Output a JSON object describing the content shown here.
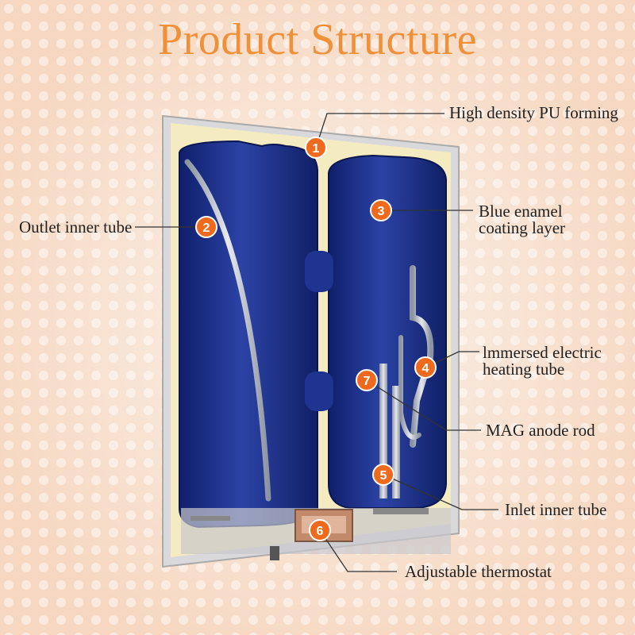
{
  "title": "Product Structure",
  "colors": {
    "title": "#f0913a",
    "marker": "#f06a1e",
    "tank_blue": "#1b2f8c",
    "foam": "#f4ecc0",
    "casing": "#d9d9dc"
  },
  "markers": [
    "1",
    "2",
    "3",
    "4",
    "5",
    "6",
    "7"
  ],
  "callouts": [
    {
      "marker": "1",
      "lines": [
        "High density PU forming"
      ]
    },
    {
      "marker": "2",
      "lines": [
        "Outlet inner tube"
      ]
    },
    {
      "marker": "3",
      "lines": [
        "Blue enamel",
        "coating layer"
      ]
    },
    {
      "marker": "4",
      "lines": [
        "lmmersed electric",
        "heating tube"
      ]
    },
    {
      "marker": "7",
      "lines": [
        "MAG anode rod"
      ]
    },
    {
      "marker": "5",
      "lines": [
        "Inlet inner tube"
      ]
    },
    {
      "marker": "6",
      "lines": [
        "Adjustable thermostat"
      ]
    }
  ]
}
